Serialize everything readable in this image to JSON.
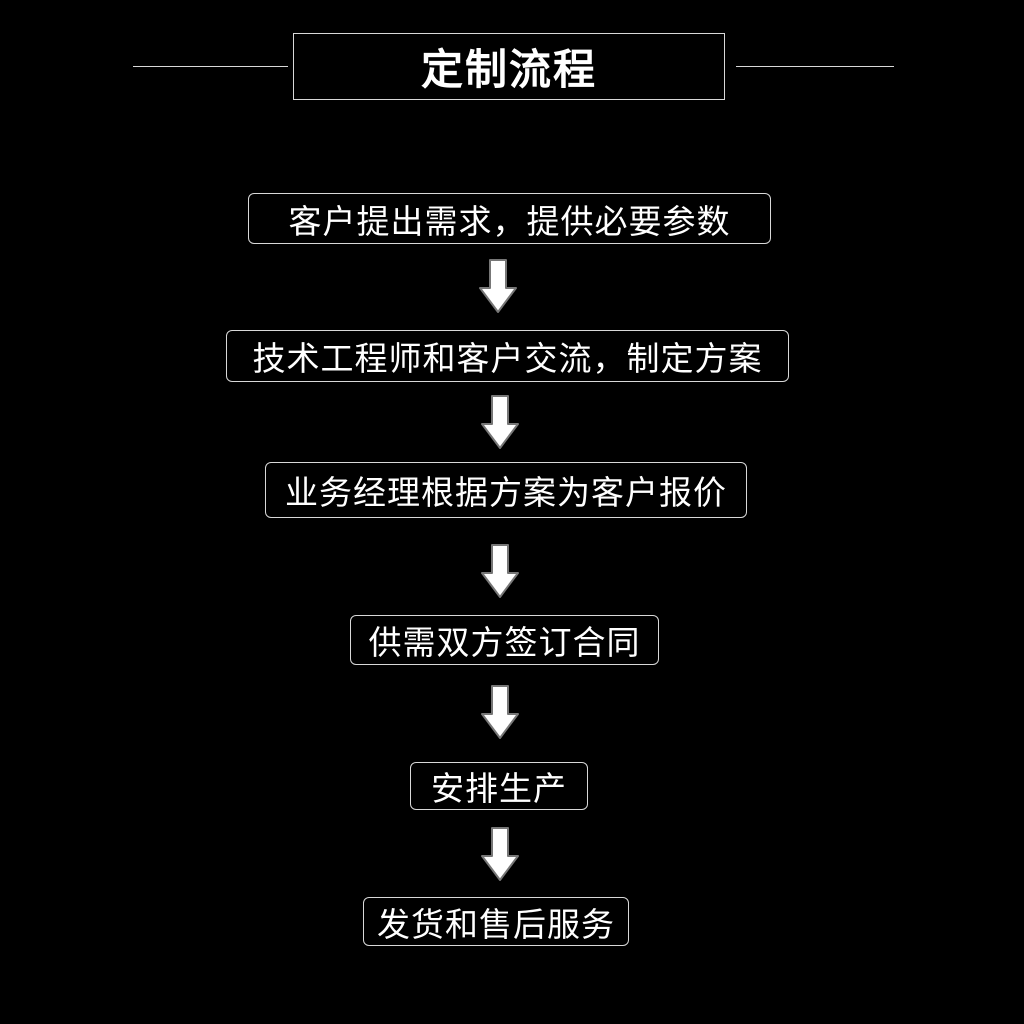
{
  "title": "定制流程",
  "steps": [
    "客户提出需求，提供必要参数",
    "技术工程师和客户交流，制定方案",
    "业务经理根据方案为客户报价",
    "供需双方签订合同",
    "安排生产",
    "发货和售后服务"
  ],
  "icons": {
    "connector": "down-arrow-icon"
  },
  "colors": {
    "background": "#000000",
    "border": "#d8d8d8",
    "text": "#ffffff"
  }
}
